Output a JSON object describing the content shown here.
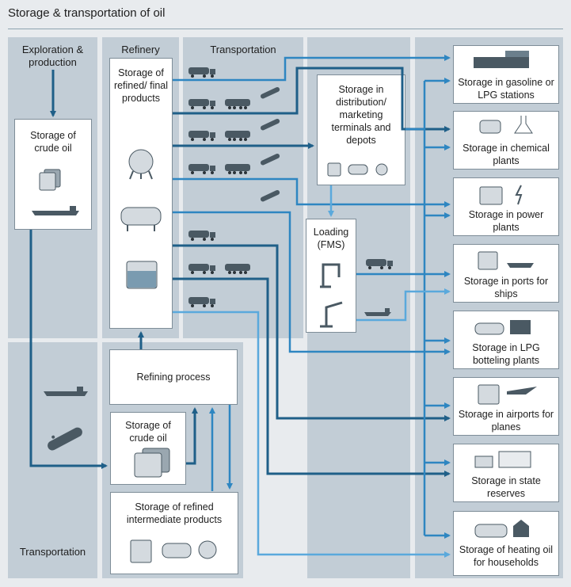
{
  "title": "Storage & transportation of oil",
  "columns": {
    "exploration": "Exploration & production",
    "refinery": "Refinery",
    "transportation_top": "Transportation",
    "transportation_bottom": "Transportation"
  },
  "boxes": {
    "crude_storage_top": "Storage of crude oil",
    "refined_final": "Storage of refined/ final products",
    "distribution": "Storage in distribution/ marketing terminals and depots",
    "loading": "Loading (FMS)",
    "refining_process": "Refining process",
    "crude_storage_bottom": "Storage of crude oil",
    "refined_intermediate": "Storage of refined intermediate products"
  },
  "destinations": [
    "Storage in gasoline or LPG stations",
    "Storage in chemical plants",
    "Storage in power plants",
    "Storage in ports for ships",
    "Storage in LPG botteling plants",
    "Storage in airports for planes",
    "Storage in state reserves",
    "Storage of heating oil for households"
  ],
  "icons": {
    "truck": "truck-icon",
    "rail": "rail-tank-car-icon",
    "pipeline": "pipeline-icon",
    "ship": "tanker-ship-icon",
    "tank": "storage-tank-icon",
    "sphere": "spherical-tank-icon",
    "cylinder": "horizontal-tank-icon",
    "loading_arm": "loading-arm-icon"
  },
  "colors": {
    "dark_line": "#1f5f88",
    "mid_line": "#2e86c1",
    "light_line": "#5aa9dc",
    "panel": "#c2cdd6",
    "background": "#e8ebee"
  }
}
